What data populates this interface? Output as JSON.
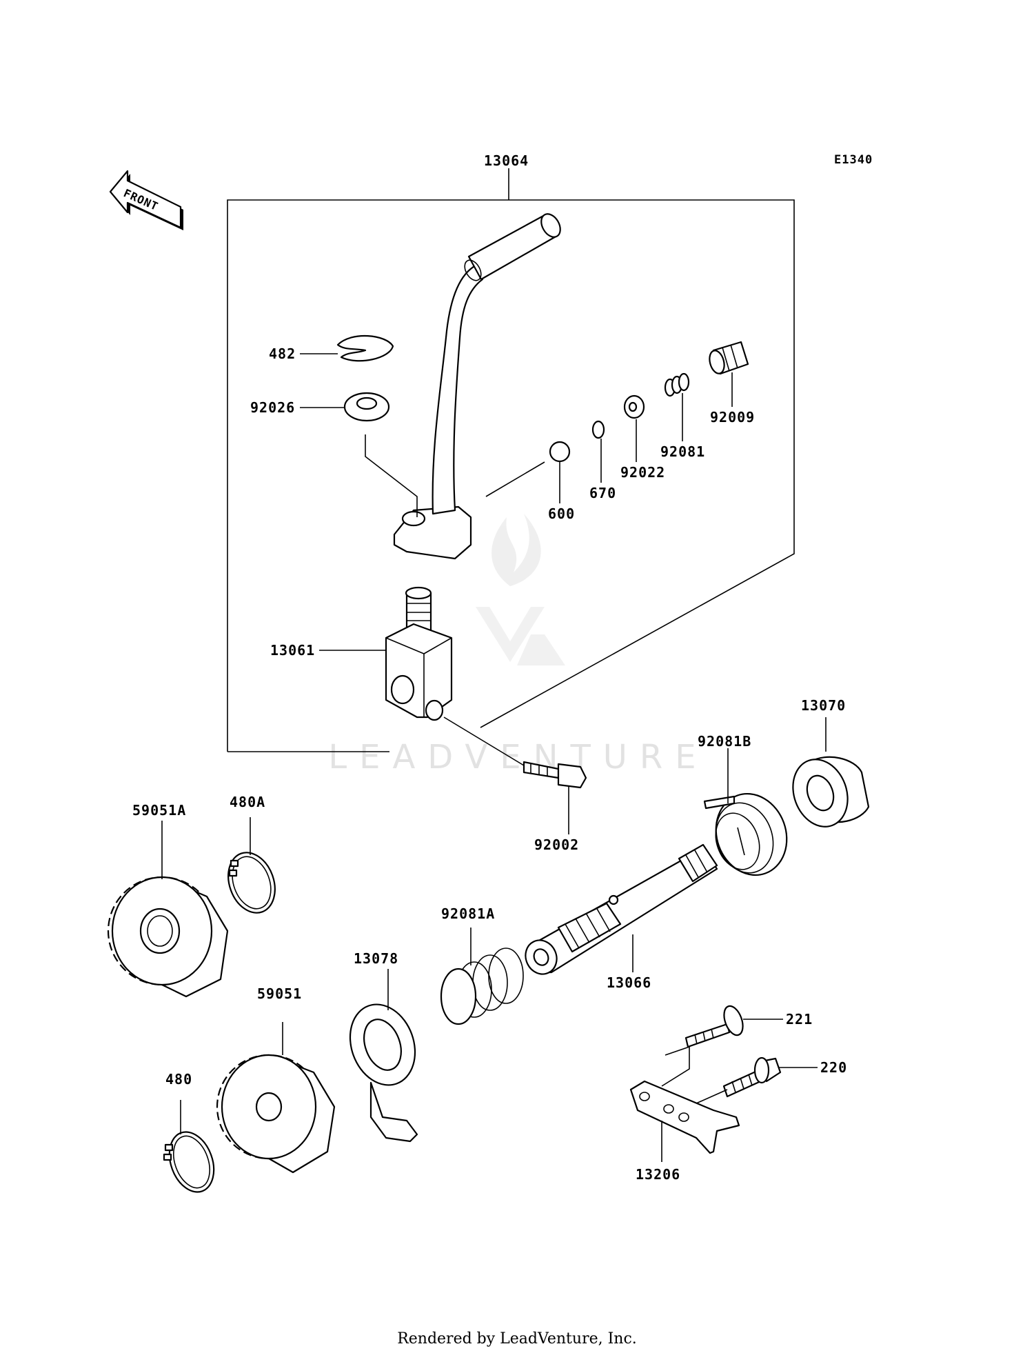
{
  "diagram": {
    "code": "E1340",
    "front_label": "FRONT",
    "watermark": "LEADVENTURE",
    "footer": "Rendered by LeadVenture, Inc.",
    "parts": [
      {
        "id": "p13064",
        "number": "13064"
      },
      {
        "id": "p482",
        "number": "482"
      },
      {
        "id": "p92026",
        "number": "92026"
      },
      {
        "id": "p92009",
        "number": "92009"
      },
      {
        "id": "p92081",
        "number": "92081"
      },
      {
        "id": "p92022",
        "number": "92022"
      },
      {
        "id": "p670",
        "number": "670"
      },
      {
        "id": "p600",
        "number": "600"
      },
      {
        "id": "p13061",
        "number": "13061"
      },
      {
        "id": "p92002",
        "number": "92002"
      },
      {
        "id": "p13070",
        "number": "13070"
      },
      {
        "id": "p92081B",
        "number": "92081B"
      },
      {
        "id": "p59051A",
        "number": "59051A"
      },
      {
        "id": "p480A",
        "number": "480A"
      },
      {
        "id": "p92081A",
        "number": "92081A"
      },
      {
        "id": "p13078",
        "number": "13078"
      },
      {
        "id": "p13066",
        "number": "13066"
      },
      {
        "id": "p59051",
        "number": "59051"
      },
      {
        "id": "p221",
        "number": "221"
      },
      {
        "id": "p220",
        "number": "220"
      },
      {
        "id": "p480",
        "number": "480"
      },
      {
        "id": "p13206",
        "number": "13206"
      }
    ]
  }
}
